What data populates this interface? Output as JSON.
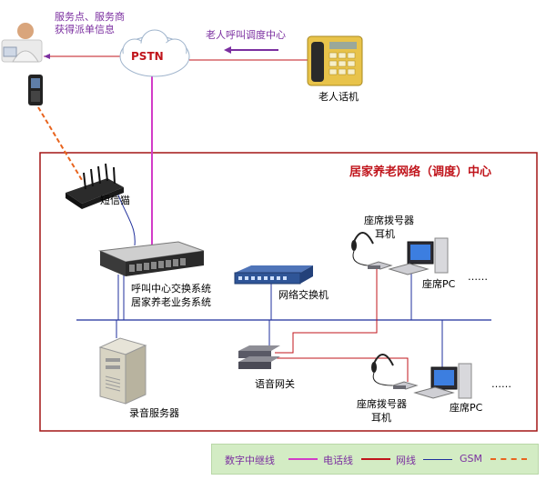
{
  "top": {
    "service_line1": "服务点、服务商",
    "service_line2": "获得派单信息",
    "pstn": "PSTN",
    "dispatch_label": "老人呼叫调度中心",
    "elder_phone": "老人话机"
  },
  "center": {
    "title": "居家养老网络（调度）中心",
    "sms_modem": "短信猫",
    "server_line1": "呼叫中心交换系统",
    "server_line2": "居家养老业务系统",
    "network_switch": "网络交换机",
    "voice_gateway": "语音网关",
    "recording_server": "录音服务器",
    "seat1_dialer": "座席拨号器",
    "seat1_headset": "耳机",
    "seat1_pc": "座席PC",
    "seat1_more": "……",
    "seat2_dialer": "座席拨号器",
    "seat2_headset": "耳机",
    "seat2_pc": "座席PC",
    "seat2_more": "……"
  },
  "legend": {
    "digital_trunk": "数字中继线",
    "phone_line": "电话线",
    "network_line": "网线",
    "gsm": "GSM"
  },
  "colors": {
    "digital_trunk": "#d23cc8",
    "phone_line": "#c0141b",
    "network_line": "#1f2f9c",
    "gsm": "#e8641e",
    "center_border": "#a31515"
  }
}
